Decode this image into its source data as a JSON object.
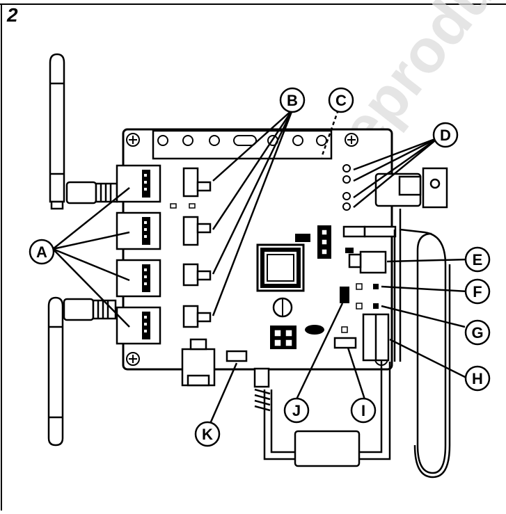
{
  "figure": {
    "number": "2"
  },
  "watermark": {
    "text": "Not for Reproduction"
  },
  "callouts": [
    {
      "id": "a",
      "letter": "A"
    },
    {
      "id": "b",
      "letter": "B"
    },
    {
      "id": "c",
      "letter": "C"
    },
    {
      "id": "d",
      "letter": "D"
    },
    {
      "id": "e",
      "letter": "E"
    },
    {
      "id": "f",
      "letter": "F"
    },
    {
      "id": "g",
      "letter": "G"
    },
    {
      "id": "h",
      "letter": "H"
    },
    {
      "id": "i",
      "letter": "I"
    },
    {
      "id": "j",
      "letter": "J"
    },
    {
      "id": "k",
      "letter": "K"
    }
  ],
  "colors": {
    "ink": "#000000",
    "watermark": "#dcdcdc",
    "paper": "#ffffff"
  }
}
